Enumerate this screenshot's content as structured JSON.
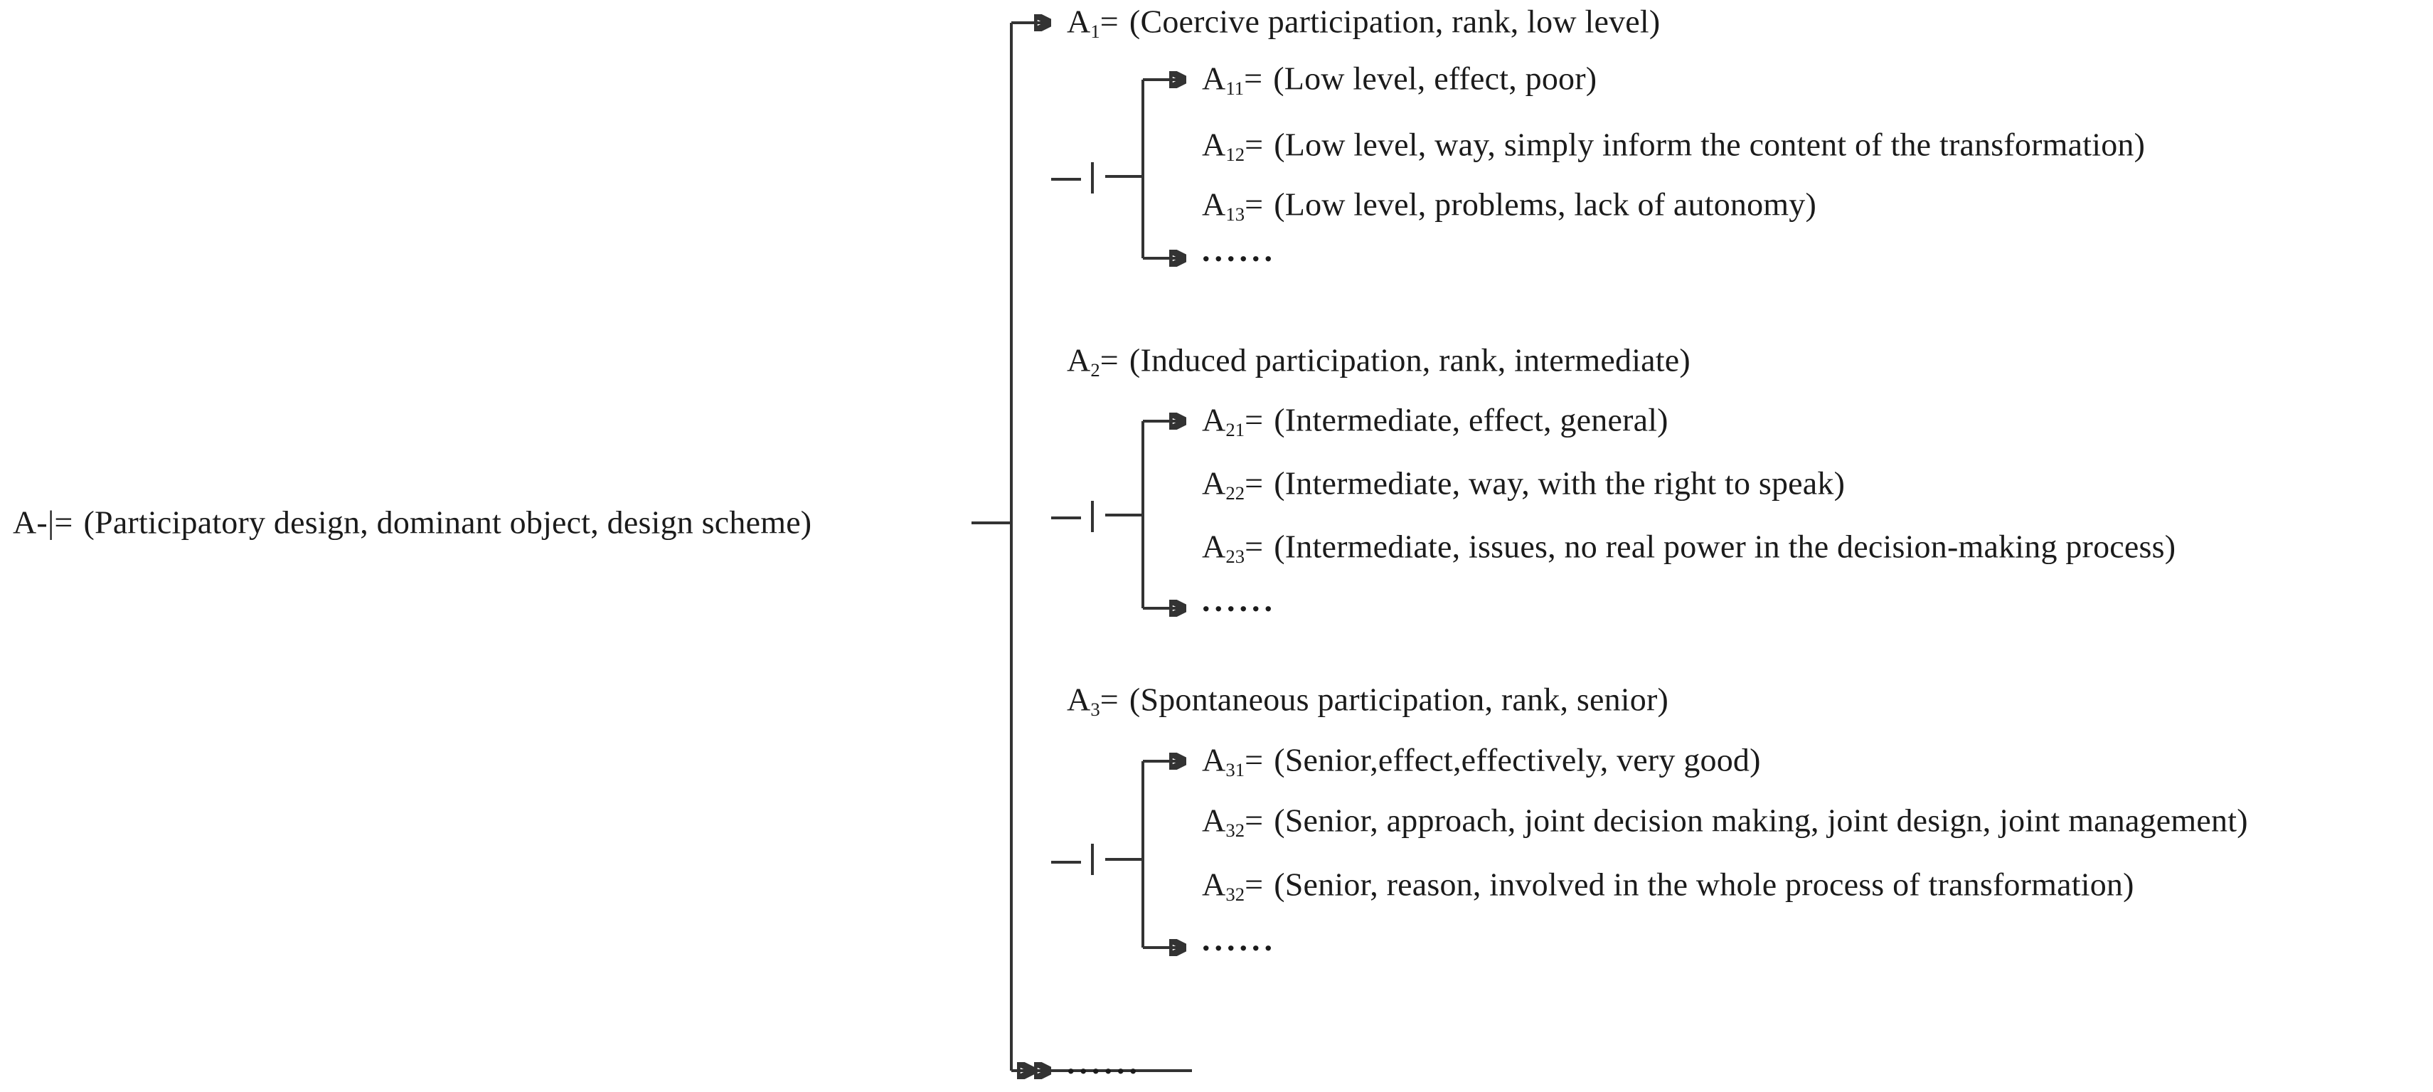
{
  "figure": {
    "root": {
      "id": "A-|",
      "eq": "=",
      "label": "(Participatory design, dominant object, design scheme)"
    },
    "ellipsis": "......",
    "groups": [
      {
        "parent": {
          "base": "A",
          "sub": "1",
          "eq": "=",
          "label": "(Coercive participation, rank, low level)"
        },
        "children": [
          {
            "base": "A",
            "sub": "11",
            "eq": "=",
            "label": "(Low level, effect, poor)"
          },
          {
            "base": "A",
            "sub": "12",
            "eq": "=",
            "label": "(Low level, way, simply inform the content of the transformation)"
          },
          {
            "base": "A",
            "sub": "13",
            "eq": "=",
            "label": "(Low level, problems, lack of autonomy)"
          }
        ],
        "ellipsis": "......"
      },
      {
        "parent": {
          "base": "A",
          "sub": "2",
          "eq": "=",
          "label": "(Induced participation, rank, intermediate)"
        },
        "children": [
          {
            "base": "A",
            "sub": "21",
            "eq": "=",
            "label": "(Intermediate, effect, general)"
          },
          {
            "base": "A",
            "sub": "22",
            "eq": "=",
            "label": "(Intermediate, way, with the right to speak)"
          },
          {
            "base": "A",
            "sub": "23",
            "eq": "=",
            "label": "(Intermediate, issues, no real power in the decision-making process)"
          }
        ],
        "ellipsis": "......"
      },
      {
        "parent": {
          "base": "A",
          "sub": "3",
          "eq": "=",
          "label": "(Spontaneous participation, rank, senior)"
        },
        "children": [
          {
            "base": "A",
            "sub": "31",
            "eq": "=",
            "label": "(Senior,effect,effectively, very good)"
          },
          {
            "base": "A",
            "sub": "32",
            "eq": "=",
            "label": "(Senior, approach, joint decision making, joint design, joint management)"
          },
          {
            "base": "A",
            "sub": "32",
            "eq": "=",
            "label": "(Senior, reason, involved in the whole process of transformation)"
          }
        ],
        "ellipsis": "......"
      }
    ],
    "colors": {
      "text": "#1b1b1b",
      "line": "#333333",
      "background": "#ffffff"
    }
  }
}
